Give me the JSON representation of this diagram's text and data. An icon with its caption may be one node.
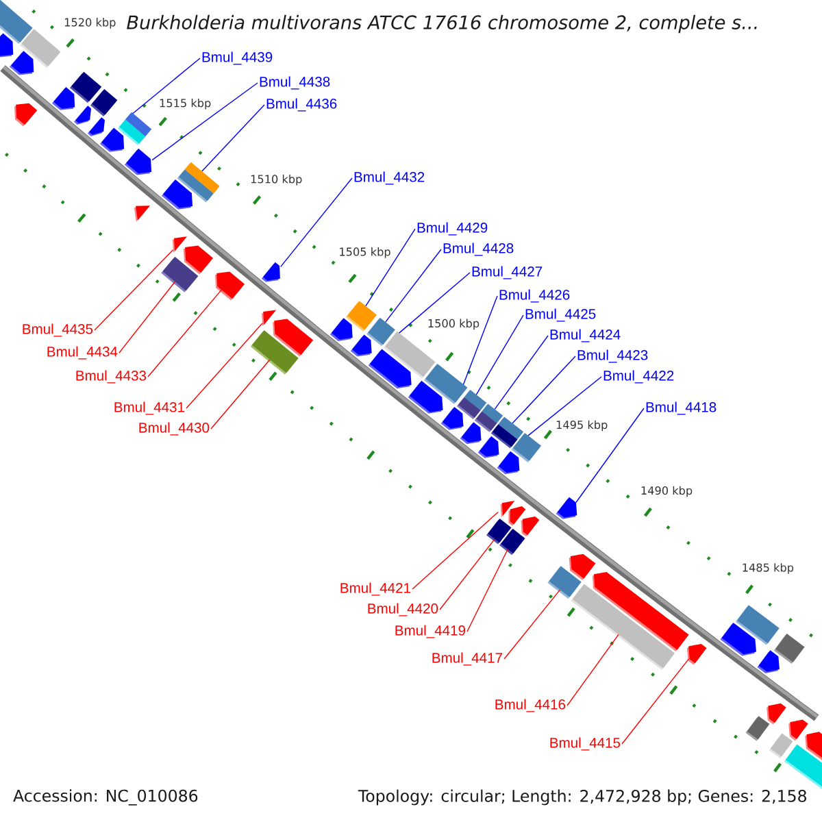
{
  "diagram": {
    "title": "Burkholderia multivorans ATCC 17616 chromosome 2, complete s...",
    "nodes": [
      {
        "text": [
          "Bmul_4439"
        ]
      },
      {
        "text": [
          "Bmul_4438"
        ]
      },
      {
        "text": [
          "Bmul_4436"
        ]
      },
      {
        "text": [
          "Bmul_4435"
        ]
      },
      {
        "text": [
          "Bmul_4434"
        ]
      },
      {
        "text": [
          "Bmul_4433"
        ]
      },
      {
        "text": [
          "Bmul_4432"
        ]
      },
      {
        "text": [
          "Bmul_4431"
        ]
      },
      {
        "text": [
          "Bmul_4430"
        ]
      },
      {
        "text": [
          "Bmul_4429"
        ]
      },
      {
        "text": [
          "Bmul_4428"
        ]
      },
      {
        "text": [
          "Bmul_4427"
        ]
      },
      {
        "text": [
          "Bmul_4426"
        ]
      },
      {
        "text": [
          "Bmul_4425"
        ]
      },
      {
        "text": [
          "Bmul_4424"
        ]
      },
      {
        "text": [
          "Bmul_4423"
        ]
      },
      {
        "text": [
          "Bmul_4422"
        ]
      },
      {
        "text": [
          "Bmul_4421"
        ]
      },
      {
        "text": [
          "Bmul_4420"
        ]
      },
      {
        "text": [
          "Bmul_4419"
        ]
      },
      {
        "text": [
          "Bmul_4418"
        ]
      },
      {
        "text": [
          "Bmul_4417"
        ]
      },
      {
        "text": [
          "Bmul_4416"
        ]
      },
      {
        "text": [
          "Bmul_4415"
        ]
      },
      {
        "text": [],
        "shape": "pentagon"
      },
      {
        "text": [],
        "shape": "pentagon"
      },
      {
        "text": [],
        "shape": "pentagon"
      },
      {
        "text": [],
        "shape": "pentagon"
      },
      {
        "text": [],
        "shape": "pentagon"
      },
      {
        "text": [],
        "shape": "pentagon"
      },
      {
        "text": [],
        "shape": "pentagon"
      },
      {
        "text": [],
        "shape": "pentagon"
      },
      {
        "text": [],
        "shape": "triangle"
      },
      {
        "text": [],
        "shape": "pentagon"
      },
      {
        "text": [],
        "shape": "triangle"
      },
      {
        "text": [],
        "shape": "pentagon"
      },
      {
        "text": [],
        "shape": "pentagon"
      },
      {
        "text": [],
        "shape": "pentagon"
      },
      {
        "text": [],
        "shape": "triangle"
      },
      {
        "text": [],
        "shape": "pentagon"
      },
      {
        "text": [],
        "shape": "pentagon"
      },
      {
        "text": [],
        "shape": "pentagon"
      },
      {
        "text": [],
        "shape": "pentagon"
      },
      {
        "text": [],
        "shape": "pentagon"
      },
      {
        "text": [],
        "shape": "pentagon"
      },
      {
        "text": [],
        "shape": "pentagon"
      },
      {
        "text": [],
        "shape": "pentagon"
      },
      {
        "text": [],
        "shape": "pentagon"
      },
      {
        "text": [],
        "shape": "triangle"
      },
      {
        "text": [],
        "shape": "pentagon"
      },
      {
        "text": [],
        "shape": "pentagon"
      },
      {
        "text": [],
        "shape": "pentagon"
      },
      {
        "text": [],
        "shape": "pentagon"
      },
      {
        "text": [],
        "shape": "pentagon"
      },
      {
        "text": [],
        "shape": "pentagon"
      },
      {
        "text": [],
        "shape": "pentagon"
      },
      {
        "text": [],
        "shape": "pentagon"
      },
      {
        "text": [],
        "shape": "pentagon"
      },
      {
        "text": [],
        "shape": "pentagon"
      },
      {
        "text": [],
        "shape": "pentagon"
      }
    ],
    "edges": [
      {
        "from": 0,
        "to": 30,
        "arrow": "none"
      },
      {
        "from": 1,
        "to": 31,
        "arrow": "none"
      },
      {
        "from": 2,
        "to": 33,
        "arrow": "none"
      },
      {
        "from": 3,
        "to": 34,
        "arrow": "none",
        "color": "#ff0000"
      },
      {
        "from": 4,
        "to": 35,
        "arrow": "none",
        "color": "#ff0000"
      },
      {
        "from": 5,
        "to": 36,
        "arrow": "none",
        "color": "#ff0000"
      },
      {
        "from": 6,
        "to": 37,
        "arrow": "none"
      },
      {
        "from": 7,
        "to": 38,
        "arrow": "none",
        "color": "#ff0000"
      },
      {
        "from": 8,
        "to": 39,
        "arrow": "none",
        "color": "#ff0000"
      },
      {
        "from": 9,
        "to": 40,
        "arrow": "none"
      },
      {
        "from": 10,
        "to": 41,
        "arrow": "none"
      },
      {
        "from": 11,
        "to": 42,
        "arrow": "none"
      },
      {
        "from": 12,
        "to": 43,
        "arrow": "none"
      },
      {
        "from": 13,
        "to": 44,
        "arrow": "none"
      },
      {
        "from": 14,
        "to": 45,
        "arrow": "none"
      },
      {
        "from": 15,
        "to": 46,
        "arrow": "none"
      },
      {
        "from": 16,
        "to": 47,
        "arrow": "none"
      },
      {
        "from": 17,
        "to": 48,
        "arrow": "none",
        "color": "#ff0000"
      },
      {
        "from": 18,
        "to": 49,
        "arrow": "none",
        "color": "#ff0000"
      },
      {
        "from": 19,
        "to": 50,
        "arrow": "none",
        "color": "#ff0000"
      },
      {
        "from": 20,
        "to": 51,
        "arrow": "none"
      },
      {
        "from": 21,
        "to": 52,
        "arrow": "none",
        "color": "#ff0000"
      },
      {
        "from": 22,
        "to": 53,
        "arrow": "none",
        "color": "#ff0000"
      },
      {
        "from": 23,
        "to": 54,
        "arrow": "none",
        "color": "#ff0000"
      }
    ],
    "labels": [
      "1520 kbp",
      "1515 kbp",
      "1510 kbp",
      "1505 kbp",
      "1500 kbp",
      "1495 kbp",
      "1490 kbp",
      "1485 kbp",
      "Accession: NC_010086",
      "Topology: circular; Length: 2,472,928 bp; Genes: 2,158"
    ]
  }
}
